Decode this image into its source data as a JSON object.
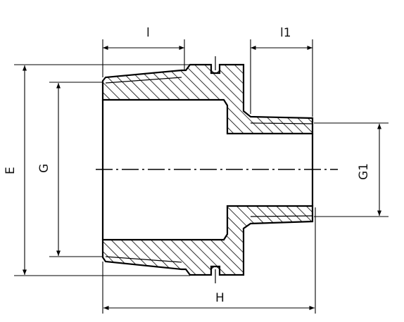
{
  "dimension_labels": {
    "l": "l",
    "l1": "l1",
    "e": "E",
    "g": "G",
    "g1": "G1",
    "h": "H"
  }
}
